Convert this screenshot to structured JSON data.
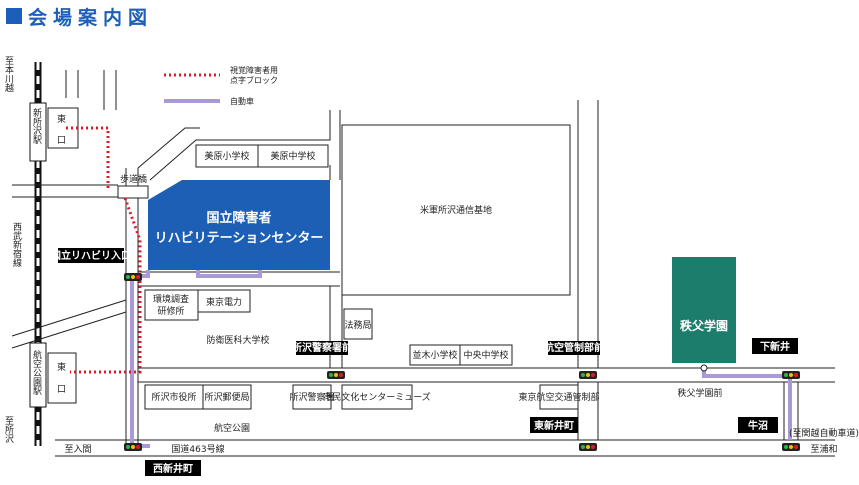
{
  "title": "会場案内図",
  "legend": {
    "braille_block": "視覚障害者用\n点字ブロック",
    "car": "自動車"
  },
  "stations": {
    "kita": "至本川越",
    "shin_tokorozawa": "新所沢駅",
    "line": "西武新宿線",
    "koku_koen": "航空公園駅",
    "minami": "至所沢",
    "east_mark": "東",
    "exit_mark": "口"
  },
  "places": {
    "hodokyo": "歩道橋",
    "mihara_es": "美原小学校",
    "mihara_js": "美原中学校",
    "center_line1": "国立障害者",
    "center_line2": "リハビリテーションセンター",
    "us_army": "米軍所沢通信基地",
    "kankyo_line1": "環境調査",
    "kankyo_line2": "研修所",
    "tepco": "東京電力",
    "houmukyoku": "法務局",
    "bouei": "防衛医科大学校",
    "namiki_es": "並木小学校",
    "chuo_js": "中央中学校",
    "chichibu": "秩父学園",
    "chichibu_mae": "秩父学園前",
    "cityhall": "所沢市役所",
    "post": "所沢郵便局",
    "police": "所沢警察署",
    "culture": "市民文化センターミューズ",
    "traffic_control": "東京航空交通管制部",
    "koku_koen_park": "航空公園",
    "route463": "国道463号線",
    "to_iruma": "至入間",
    "to_urawa": "至浦和",
    "expressway": "(至関越自動車道)"
  },
  "intersections": {
    "rihabiri": "国立リハビリ入口",
    "police": "所沢警察署前",
    "kansei": "航空管制部前",
    "shin_arai": "下新井",
    "higashi_shin_arai": "東新井町",
    "nishi_shin_arai": "西新井町",
    "ushinuma": "牛沼"
  },
  "colors": {
    "title": "#1c5fb8",
    "center": "#1d5fb5",
    "chichibu": "#1d7d6c",
    "braille": "#e0182a",
    "car_route": "#a99ad6",
    "badge": "#000000"
  }
}
